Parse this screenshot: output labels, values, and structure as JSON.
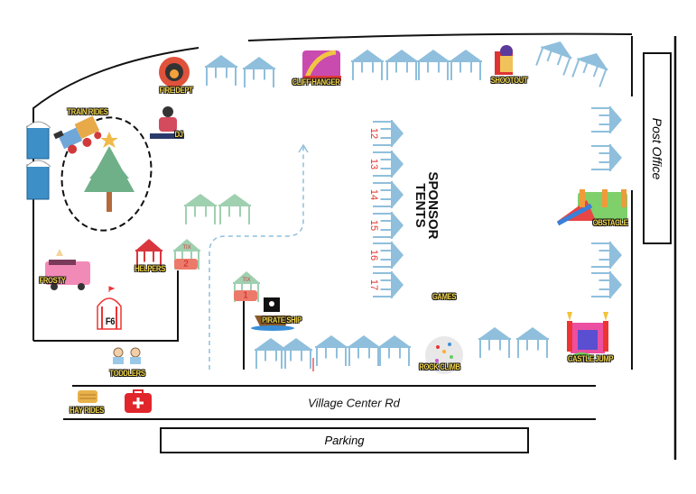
{
  "map": {
    "road_label": "Village Center Rd",
    "parking_label": "Parking",
    "post_office_label": "Post Office",
    "sponsor_tents_label": [
      "SPONSOR",
      "TENTS"
    ],
    "sponsor_tent_numbers": [
      "12",
      "13",
      "14",
      "15",
      "16",
      "17"
    ],
    "ticket_tents": [
      {
        "label": "TIX",
        "number": "2"
      },
      {
        "label": "TIX",
        "number": "1"
      }
    ],
    "attractions": {
      "train_rides": "TRAIN RIDES",
      "fire_dept": "FIRE DEPT",
      "dj": "DJ",
      "cliff_hanger": "CLIFF HANGER",
      "shootout": "SHOOTOUT",
      "obstacle": "OBSTACLE",
      "games": "GAMES",
      "pirate_ship": "PIRATE SHIP",
      "rock_climb": "ROCK CLIMB",
      "castle_jump": "CASTLE JUMP",
      "helpers": "HELPERS",
      "frosty": "FROSTY",
      "f6": "F6",
      "toddlers": "TODDLERS",
      "hay_rides": "HAY RIDES"
    },
    "colors": {
      "tent_blue": "#8fbfdc",
      "tent_green": "#9fd0b0",
      "tent_red": "#d9363e",
      "label_yellow": "#f2d54a",
      "number_red": "#e0322b"
    }
  }
}
